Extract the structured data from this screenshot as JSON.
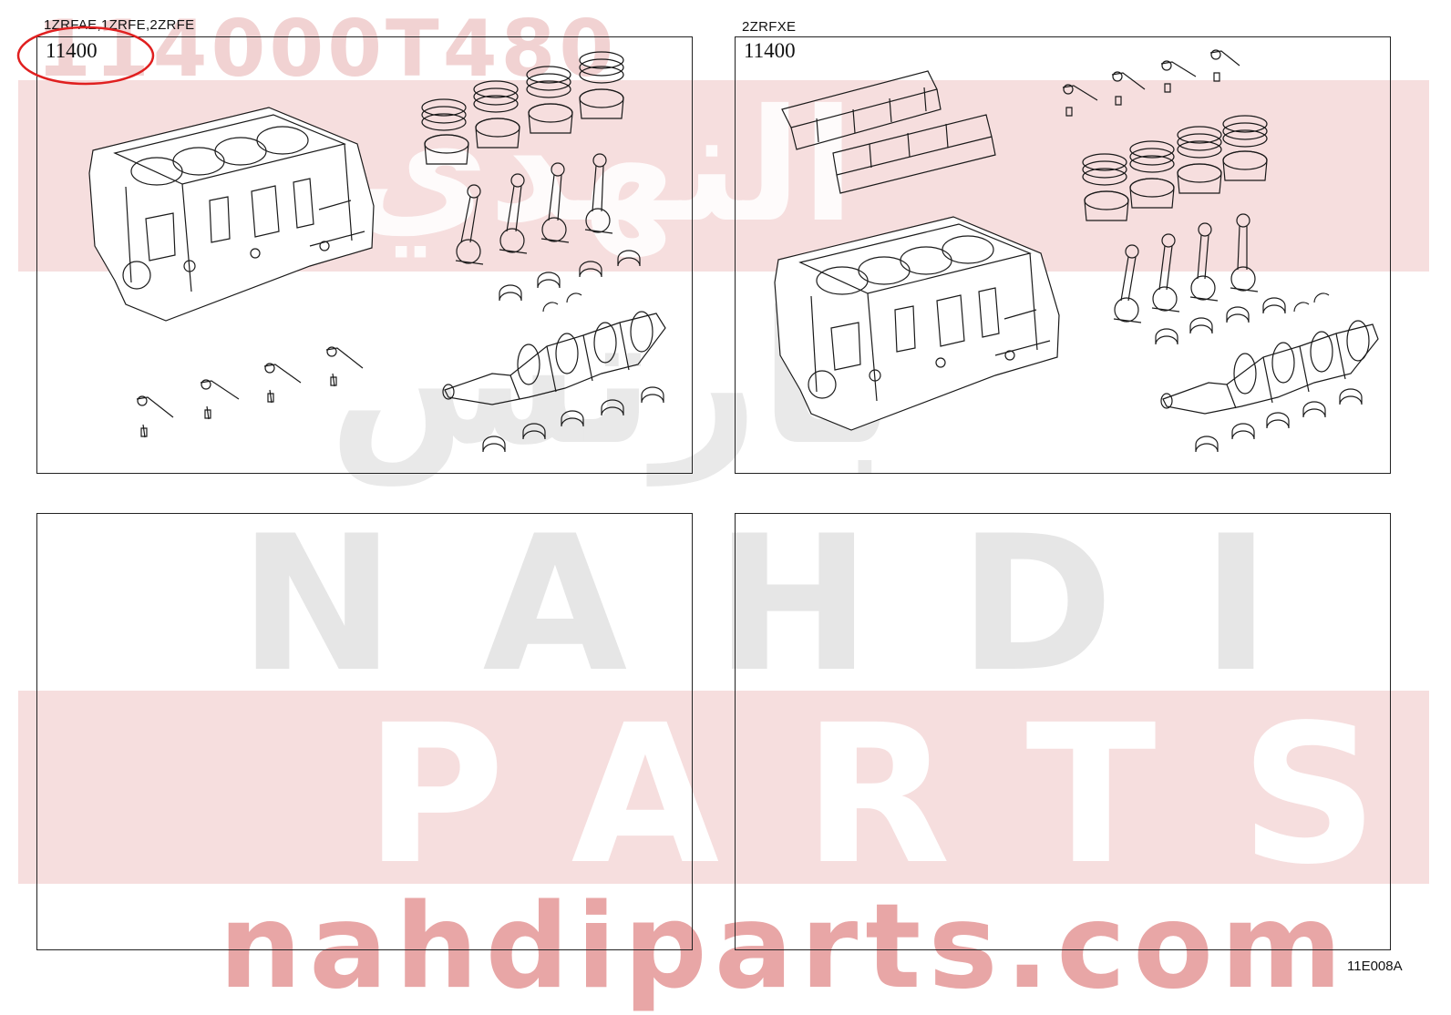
{
  "watermark": {
    "part_number": "114000T480",
    "arabic": "النهدي",
    "arabic_sub": "بارتس",
    "brand_line1": "NAHDI",
    "brand_line2": "PARTS",
    "website": "nahdiparts.com",
    "color": "#e8a6a6"
  },
  "panels": [
    {
      "engine_codes": "1ZRFAE,1ZRFE,2ZRFE",
      "callout": "11400",
      "highlighted": true
    },
    {
      "engine_codes": "2ZRFXE",
      "callout": "11400",
      "highlighted": false
    },
    {
      "engine_codes": "",
      "callout": ""
    },
    {
      "engine_codes": "",
      "callout": ""
    }
  ],
  "highlight_color": "#e02020",
  "illustration_code": "11E008A",
  "icons": [
    "cylinder-block-icon",
    "piston-icon",
    "connecting-rod-icon",
    "crankshaft-icon",
    "bearing-icon",
    "oil-jet-icon",
    "water-jacket-spacer-icon"
  ]
}
